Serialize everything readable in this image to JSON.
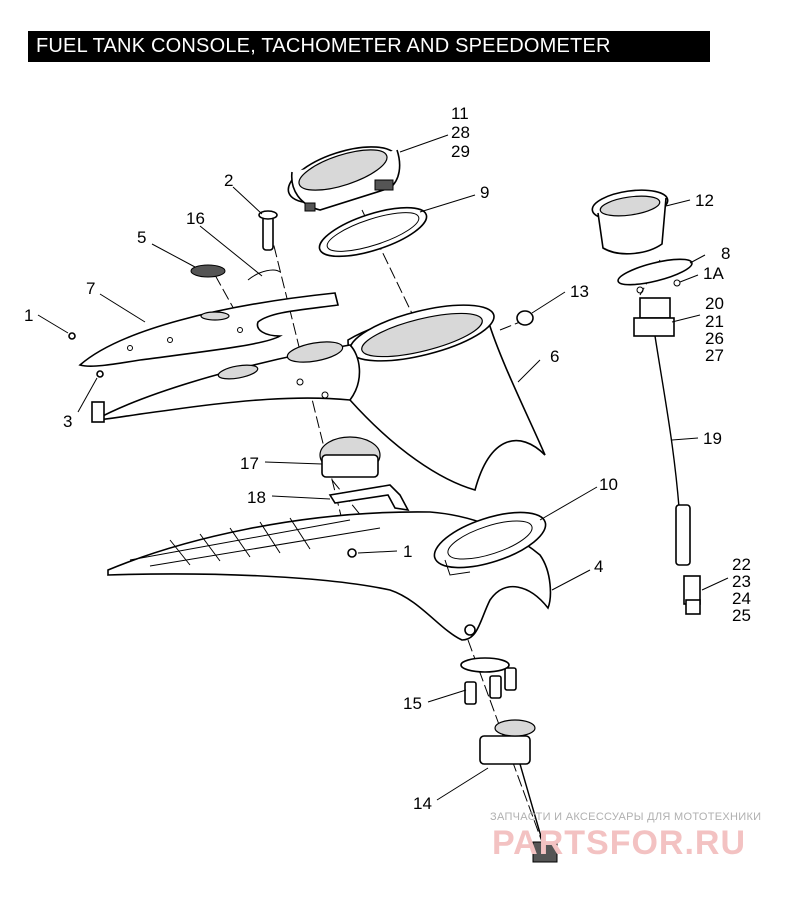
{
  "title": "FUEL TANK CONSOLE, TACHOMETER AND SPEEDOMETER",
  "callouts": [
    {
      "id": "c-11",
      "text": "11"
    },
    {
      "id": "c-28",
      "text": "28"
    },
    {
      "id": "c-29",
      "text": "29"
    },
    {
      "id": "c-9",
      "text": "9"
    },
    {
      "id": "c-2",
      "text": "2"
    },
    {
      "id": "c-16",
      "text": "16"
    },
    {
      "id": "c-5",
      "text": "5"
    },
    {
      "id": "c-7",
      "text": "7"
    },
    {
      "id": "c-1a",
      "text": "1"
    },
    {
      "id": "c-3",
      "text": "3"
    },
    {
      "id": "c-13",
      "text": "13"
    },
    {
      "id": "c-6",
      "text": "6"
    },
    {
      "id": "c-12",
      "text": "12"
    },
    {
      "id": "c-8",
      "text": "8"
    },
    {
      "id": "c-1A",
      "text": "1A"
    },
    {
      "id": "c-20",
      "text": "20"
    },
    {
      "id": "c-21",
      "text": "21"
    },
    {
      "id": "c-26",
      "text": "26"
    },
    {
      "id": "c-27",
      "text": "27"
    },
    {
      "id": "c-19",
      "text": "19"
    },
    {
      "id": "c-17",
      "text": "17"
    },
    {
      "id": "c-18",
      "text": "18"
    },
    {
      "id": "c-10",
      "text": "10"
    },
    {
      "id": "c-1b",
      "text": "1"
    },
    {
      "id": "c-4",
      "text": "4"
    },
    {
      "id": "c-22",
      "text": "22"
    },
    {
      "id": "c-23",
      "text": "23"
    },
    {
      "id": "c-24",
      "text": "24"
    },
    {
      "id": "c-25",
      "text": "25"
    },
    {
      "id": "c-15",
      "text": "15"
    },
    {
      "id": "c-14",
      "text": "14"
    }
  ],
  "watermark": {
    "tagline": "ЗАПЧАСТИ И АКСЕССУАРЫ ДЛЯ МОТОТЕХНИКИ",
    "brand": "PARTSFOR.RU"
  }
}
